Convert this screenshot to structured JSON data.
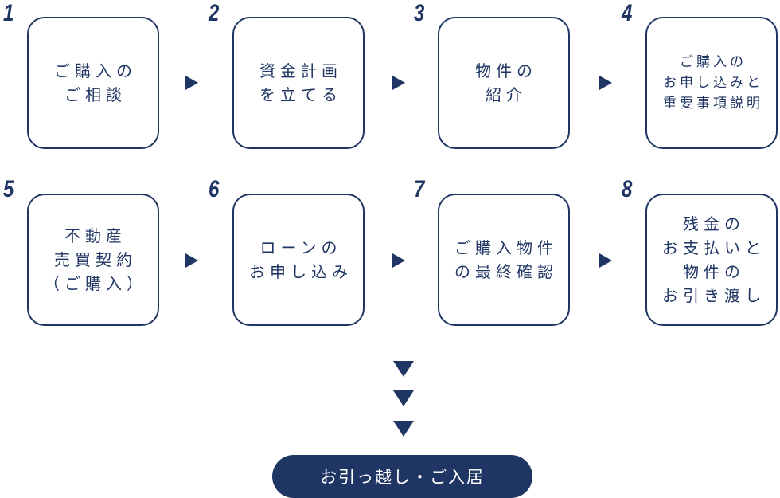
{
  "steps": [
    {
      "number": "1",
      "label": "ご購入の\nご相談"
    },
    {
      "number": "2",
      "label": "資金計画\nを立てる"
    },
    {
      "number": "3",
      "label": "物件の\n紹介"
    },
    {
      "number": "4",
      "label": "ご購入の\nお申し込みと\n重要事項説明"
    },
    {
      "number": "5",
      "label": "不動産\n売買契約\n（ご購入）"
    },
    {
      "number": "6",
      "label": "ローンの\nお申し込み"
    },
    {
      "number": "7",
      "label": "ご購入物件\nの最終確認"
    },
    {
      "number": "8",
      "label": "残金の\nお支払いと\n物件の\nお引き渡し"
    }
  ],
  "final": {
    "label": "お引っ越し・ご入居"
  },
  "colors": {
    "primary": "#1f3563",
    "background": "#ffffff"
  }
}
